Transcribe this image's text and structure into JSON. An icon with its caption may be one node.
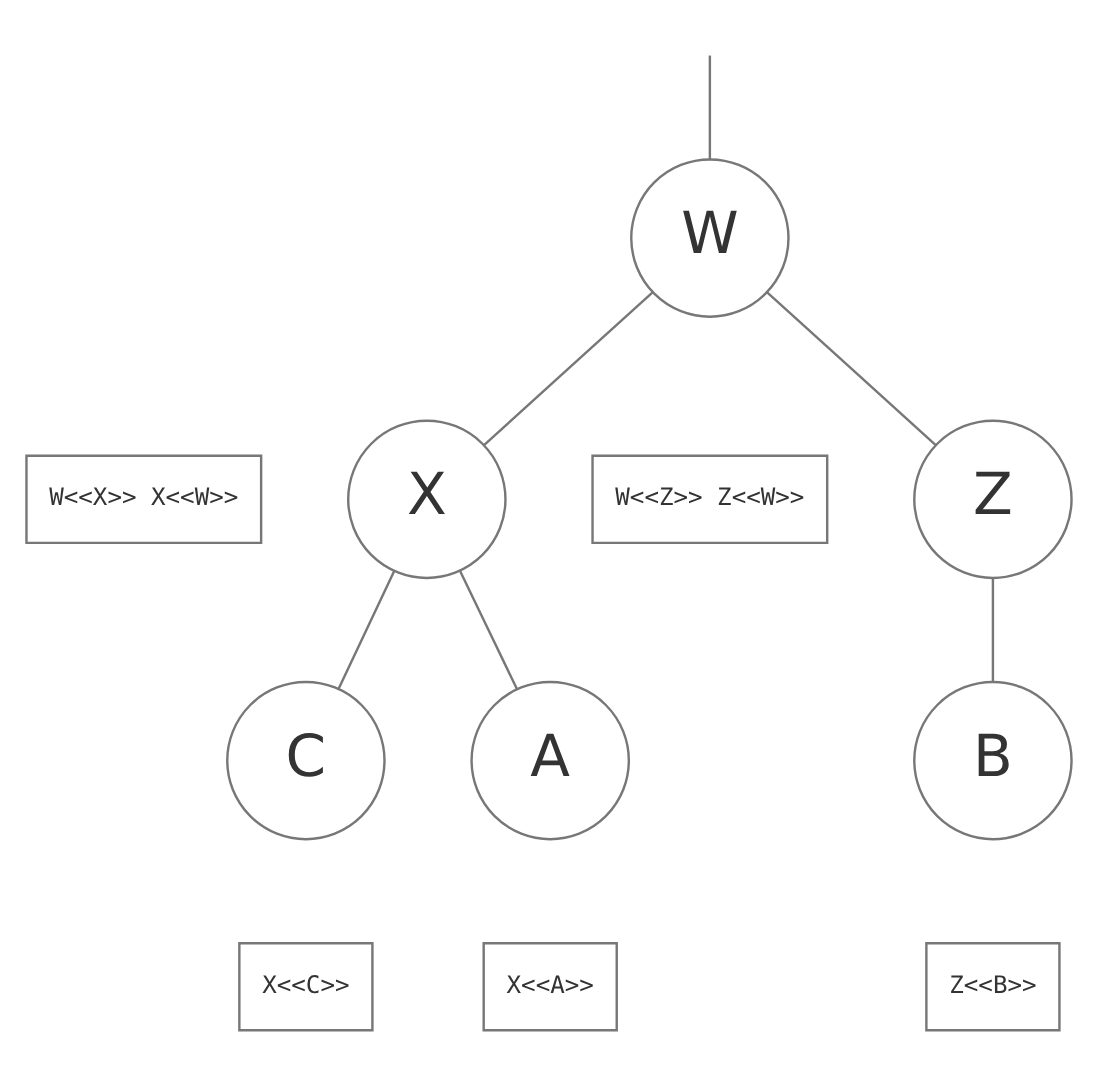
{
  "diagram": {
    "nodes": [
      {
        "text": [
          "W"
        ]
      },
      {
        "text": [
          "W<<X>> X<<W>>"
        ]
      },
      {
        "text": [
          "X"
        ]
      },
      {
        "text": [
          "W<<Z>> Z<<W>>"
        ]
      },
      {
        "text": [
          "Z"
        ]
      },
      {
        "text": [
          "C"
        ]
      },
      {
        "text": [
          "A"
        ]
      },
      {
        "text": [
          "B"
        ]
      },
      {
        "text": [
          "X<<C>>"
        ]
      },
      {
        "text": [
          "X<<A>>"
        ]
      },
      {
        "text": [
          "Z<<B>>"
        ]
      }
    ],
    "edges": [
      {
        "from": null,
        "to": 0,
        "arrow": "none"
      },
      {
        "from": 0,
        "to": 2,
        "arrow": "none"
      },
      {
        "from": 0,
        "to": 4,
        "arrow": "none"
      },
      {
        "from": 2,
        "to": 5,
        "arrow": "none"
      },
      {
        "from": 2,
        "to": 6,
        "arrow": "none"
      },
      {
        "from": 4,
        "to": 7,
        "arrow": "none"
      }
    ]
  }
}
